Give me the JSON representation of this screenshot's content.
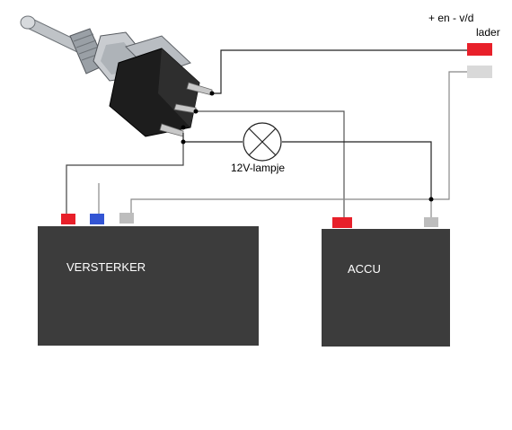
{
  "labels": {
    "charger_polarity": "+ en - v/d",
    "charger": "lader",
    "lamp": "12V-lampje",
    "amplifier": "VERSTERKER",
    "battery": "ACCU"
  },
  "colors": {
    "box_fill": "#3c3c3c",
    "terminal_red": "#e8202a",
    "terminal_blue": "#3355d4",
    "terminal_grey": "#bdbdbd",
    "charger_plus": "#e8202a",
    "charger_minus": "#d9d9d9",
    "wire_dark": "#222222",
    "wire_light": "#8a8a8a"
  },
  "icons": {
    "switch": "toggle-switch-icon",
    "lamp": "lamp-icon"
  }
}
